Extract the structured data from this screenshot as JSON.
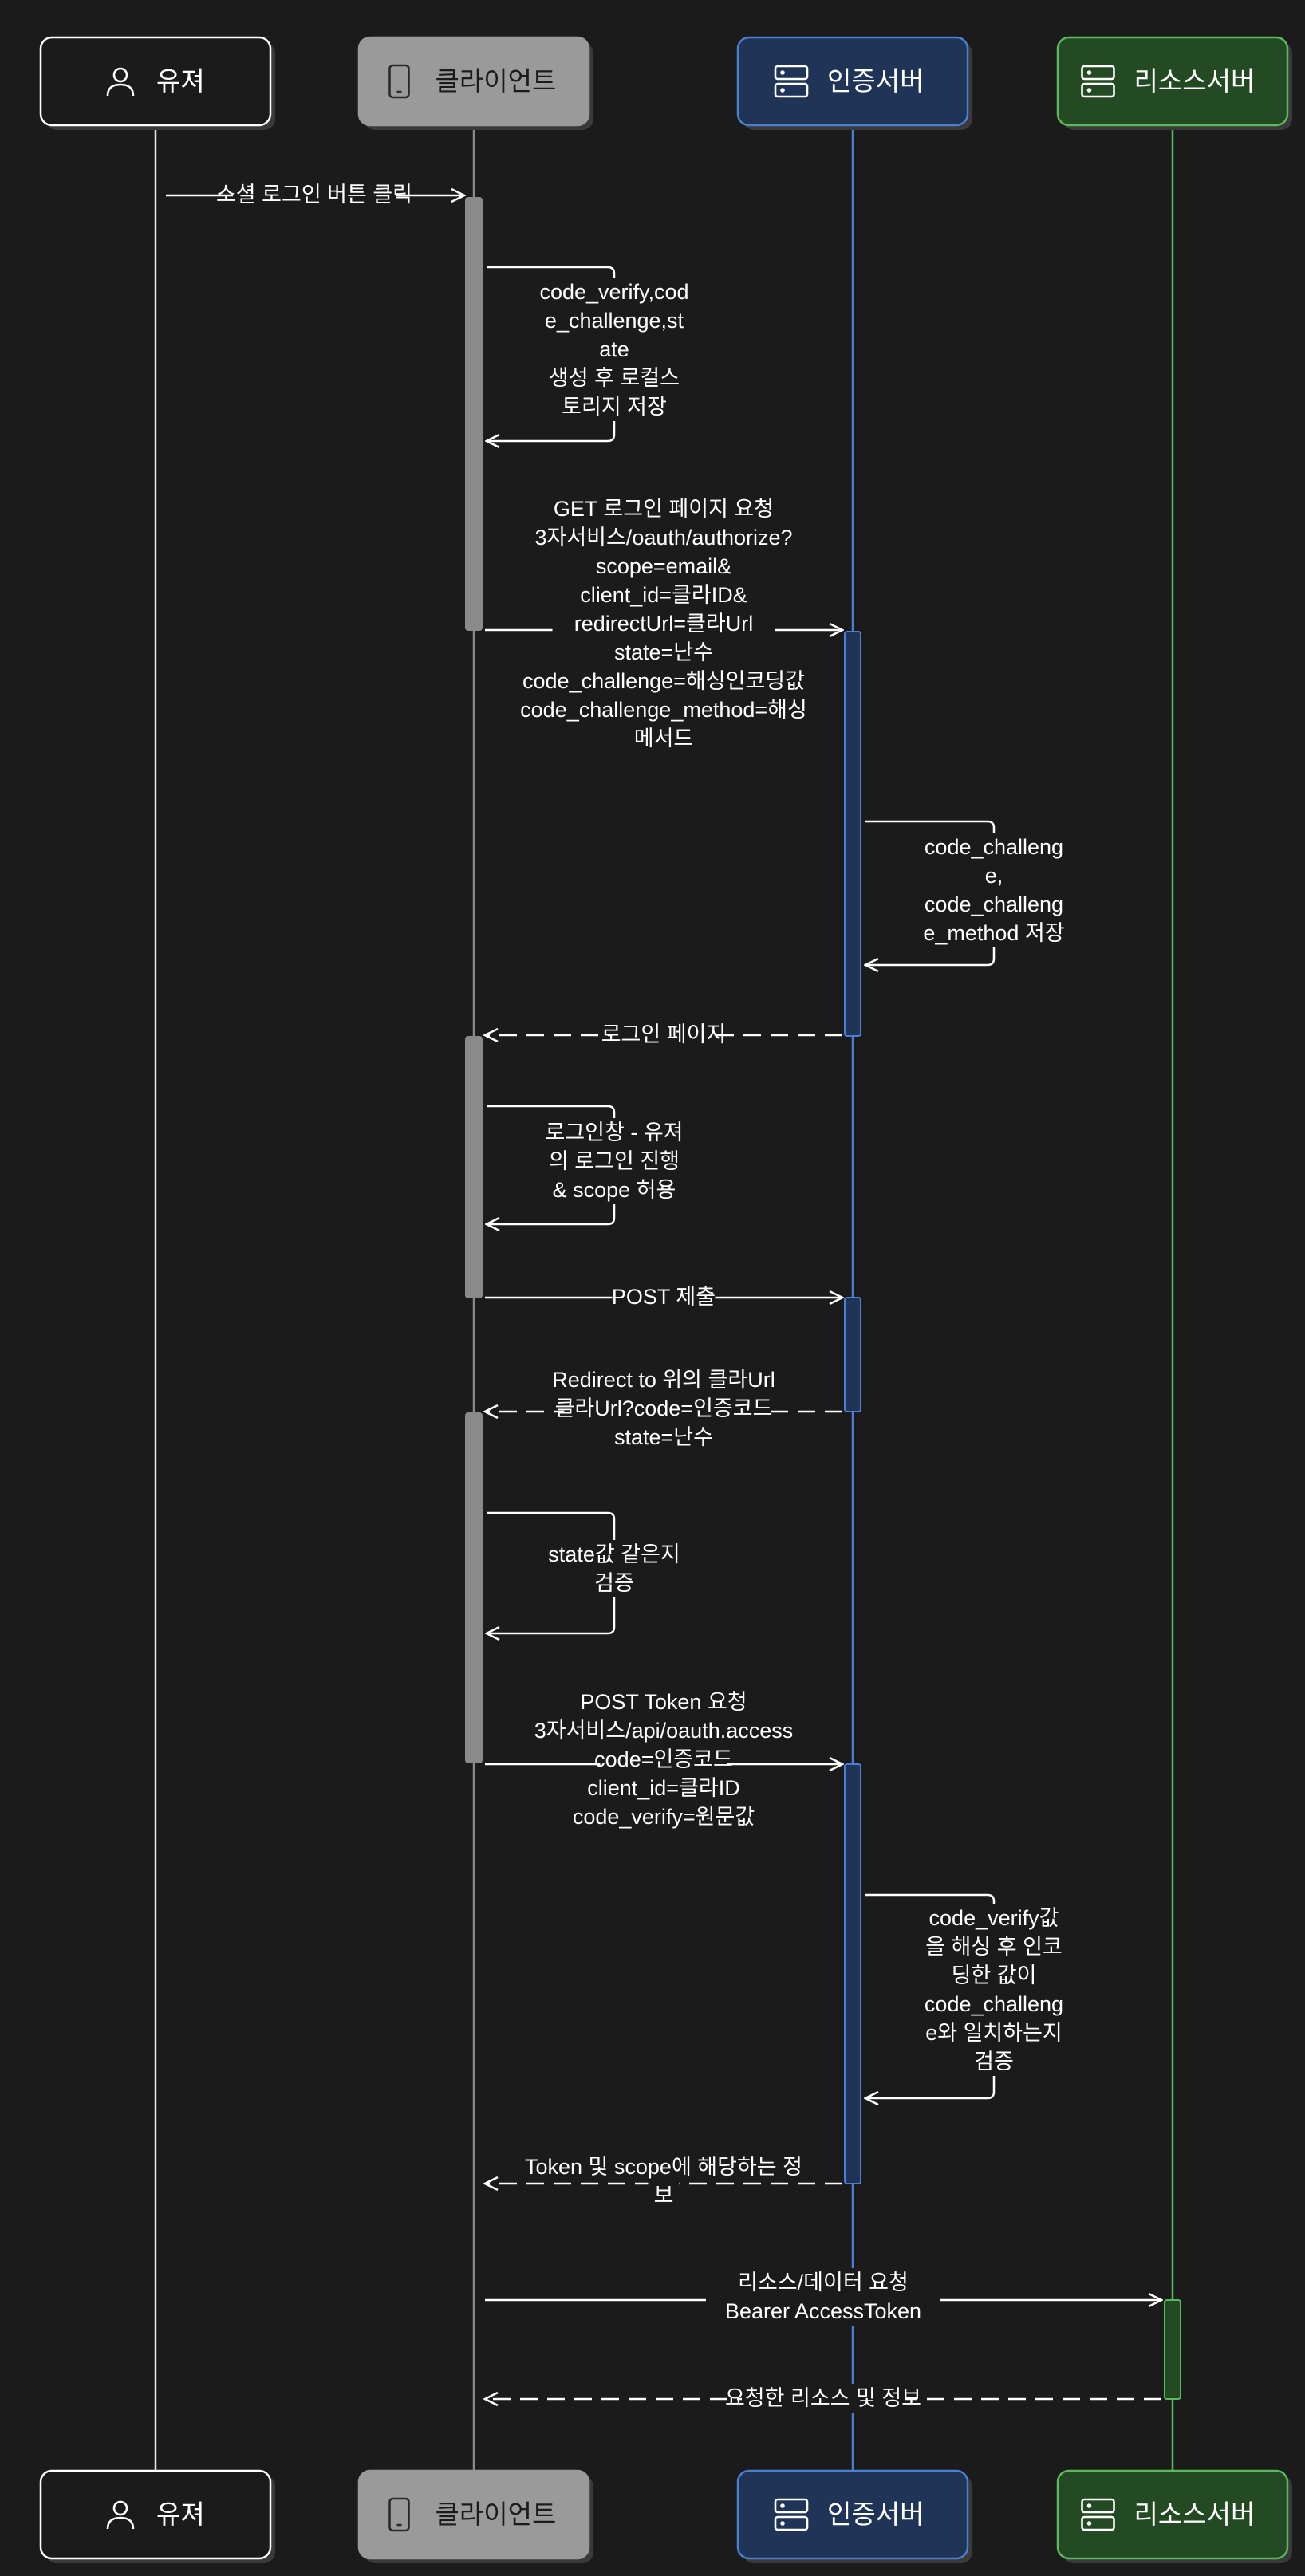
{
  "colors": {
    "background": "#1b1b1b",
    "user": "#ffffff",
    "client": "#9a9a9a",
    "auth": "#4a7fd4",
    "resource": "#5cb85c"
  },
  "actors": [
    {
      "id": "user",
      "label": "유져",
      "icon": "person-icon"
    },
    {
      "id": "client",
      "label": "클라이언트",
      "icon": "mobile-phone-icon"
    },
    {
      "id": "auth",
      "label": "인증서버",
      "icon": "server-icon"
    },
    {
      "id": "resource",
      "label": "리소스서버",
      "icon": "server-icon"
    }
  ],
  "messages": [
    {
      "text": [
        "소셜 로그인 버튼 클릭"
      ]
    },
    {
      "text": [
        "code_verify,cod",
        "e_challenge,st",
        "ate",
        "생성 후 로컬스",
        "토리지 저장"
      ]
    },
    {
      "text": [
        "GET 로그인 페이지 요청",
        "3자서비스/oauth/authorize?",
        "scope=email&",
        "client_id=클라ID&",
        "redirectUrl=클라Url",
        "state=난수",
        "code_challenge=해싱인코딩값",
        "code_challenge_method=해싱",
        "메서드"
      ]
    },
    {
      "text": [
        "code_challeng",
        "e,",
        "code_challeng",
        "e_method 저장"
      ]
    },
    {
      "text": [
        "로그인 페이지"
      ]
    },
    {
      "text": [
        "로그인창 - 유져",
        "의 로그인 진행",
        "& scope 허용"
      ]
    },
    {
      "text": [
        "POST 제출"
      ]
    },
    {
      "text": [
        "Redirect to 위의 클라Url",
        "클라Url?code=인증코드",
        "state=난수"
      ]
    },
    {
      "text": [
        "state값 같은지",
        "검증"
      ]
    },
    {
      "text": [
        "POST Token 요청",
        "3자서비스/api/oauth.access",
        "code=인증코드",
        "client_id=클라ID",
        "code_verify=원문값"
      ]
    },
    {
      "text": [
        "code_verify값",
        "을 해싱 후 인코",
        "딩한 값이",
        "code_challeng",
        "e와 일치하는지",
        "검증"
      ]
    },
    {
      "text": [
        "Token 및 scope에 해당하는 정",
        "보"
      ]
    },
    {
      "text": [
        "리소스/데이터 요청",
        "Bearer AccessToken"
      ]
    },
    {
      "text": [
        "요청한 리소스 및 정보"
      ]
    }
  ]
}
